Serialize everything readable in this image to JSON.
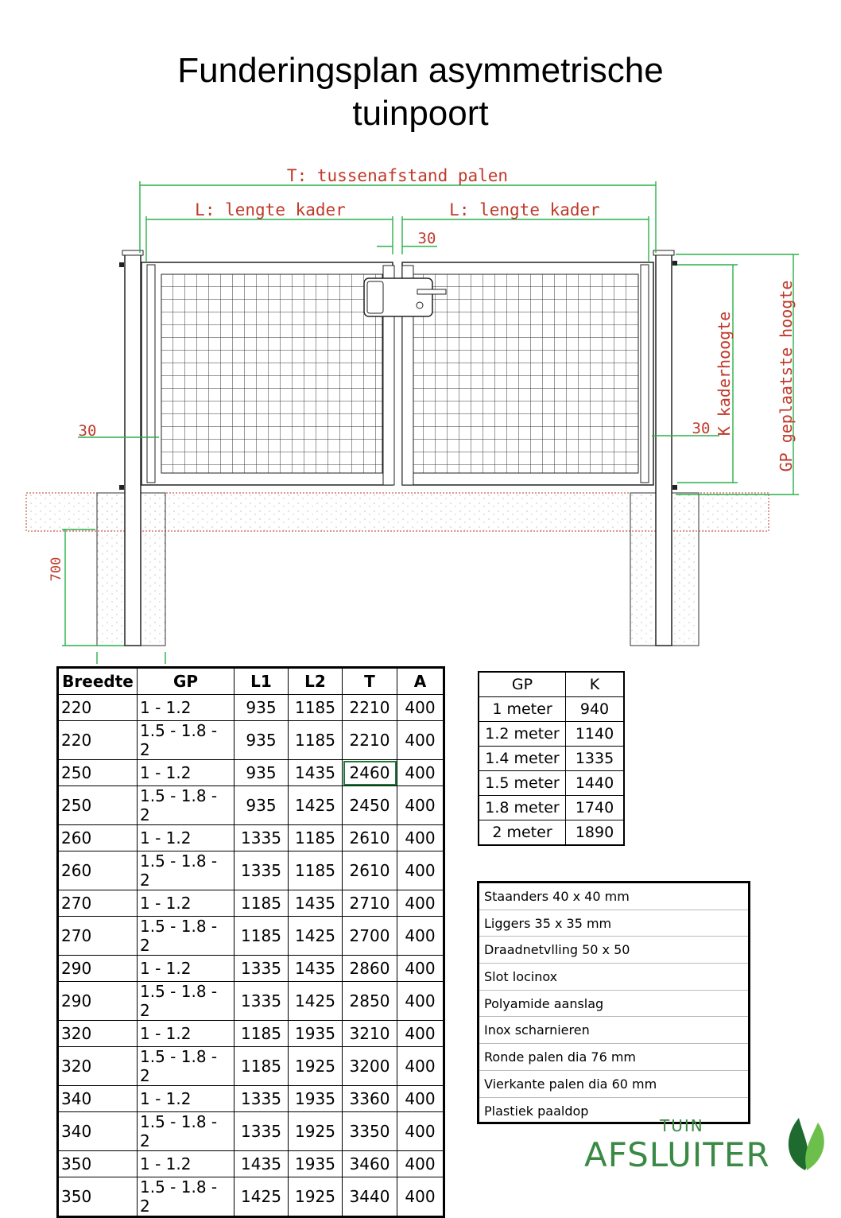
{
  "title": {
    "line1": "Funderingsplan asymmetrische",
    "line2": "tuinpoort"
  },
  "drawing": {
    "dim_total": "T: tussenafstand palen",
    "dim_left": "L: lengte kader",
    "dim_right": "L: lengte kader",
    "dim_gap": "30",
    "dim_left_offset": "30",
    "dim_right_offset": "30",
    "dim_frame_height": "K kaderhoogte",
    "dim_total_height": "GP geplaatste hoogte",
    "dim_foundation": "700",
    "colors": {
      "dimension": "#2ab04a",
      "offset": "#c0392b",
      "line": "#222222"
    }
  },
  "main_table": {
    "headers": [
      "Breedte",
      "GP",
      "L1",
      "L2",
      "T",
      "A"
    ],
    "rows": [
      [
        "220",
        "1 - 1.2",
        "935",
        "1185",
        "2210",
        "400"
      ],
      [
        "220",
        "1.5 - 1.8 - 2",
        "935",
        "1185",
        "2210",
        "400"
      ],
      [
        "250",
        "1 - 1.2",
        "935",
        "1435",
        "2460",
        "400"
      ],
      [
        "250",
        "1.5 - 1.8 - 2",
        "935",
        "1425",
        "2450",
        "400"
      ],
      [
        "260",
        "1 - 1.2",
        "1335",
        "1185",
        "2610",
        "400"
      ],
      [
        "260",
        "1.5 - 1.8 - 2",
        "1335",
        "1185",
        "2610",
        "400"
      ],
      [
        "270",
        "1 - 1.2",
        "1185",
        "1435",
        "2710",
        "400"
      ],
      [
        "270",
        "1.5 - 1.8 - 2",
        "1185",
        "1425",
        "2700",
        "400"
      ],
      [
        "290",
        "1 - 1.2",
        "1335",
        "1435",
        "2860",
        "400"
      ],
      [
        "290",
        "1.5 - 1.8 - 2",
        "1335",
        "1425",
        "2850",
        "400"
      ],
      [
        "320",
        "1 - 1.2",
        "1185",
        "1935",
        "3210",
        "400"
      ],
      [
        "320",
        "1.5 - 1.8 - 2",
        "1185",
        "1925",
        "3200",
        "400"
      ],
      [
        "340",
        "1 - 1.2",
        "1335",
        "1935",
        "3360",
        "400"
      ],
      [
        "340",
        "1.5 - 1.8 - 2",
        "1335",
        "1925",
        "3350",
        "400"
      ],
      [
        "350",
        "1 - 1.2",
        "1435",
        "1935",
        "3460",
        "400"
      ],
      [
        "350",
        "1.5 - 1.8 - 2",
        "1425",
        "1925",
        "3440",
        "400"
      ]
    ],
    "selected_cell": {
      "row": 2,
      "col": 4
    }
  },
  "gk_table": {
    "headers": [
      "GP",
      "K"
    ],
    "rows": [
      [
        "1 meter",
        "940"
      ],
      [
        "1.2 meter",
        "1140"
      ],
      [
        "1.4 meter",
        "1335"
      ],
      [
        "1.5 meter",
        "1440"
      ],
      [
        "1.8 meter",
        "1740"
      ],
      [
        "2 meter",
        "1890"
      ]
    ]
  },
  "specs": [
    "Staanders 40 x 40 mm",
    "Liggers 35 x 35 mm",
    "Draadnetvlling 50 x 50",
    "Slot locinox",
    "Polyamide aanslag",
    "Inox scharnieren",
    "Ronde palen dia 76 mm",
    "Vierkante palen dia 60 mm",
    "Plastiek paaldop"
  ],
  "logo": {
    "small": "TUIN",
    "main": "AFSLUITER",
    "icon": "leaf-icon",
    "color": "#3a8a45"
  }
}
